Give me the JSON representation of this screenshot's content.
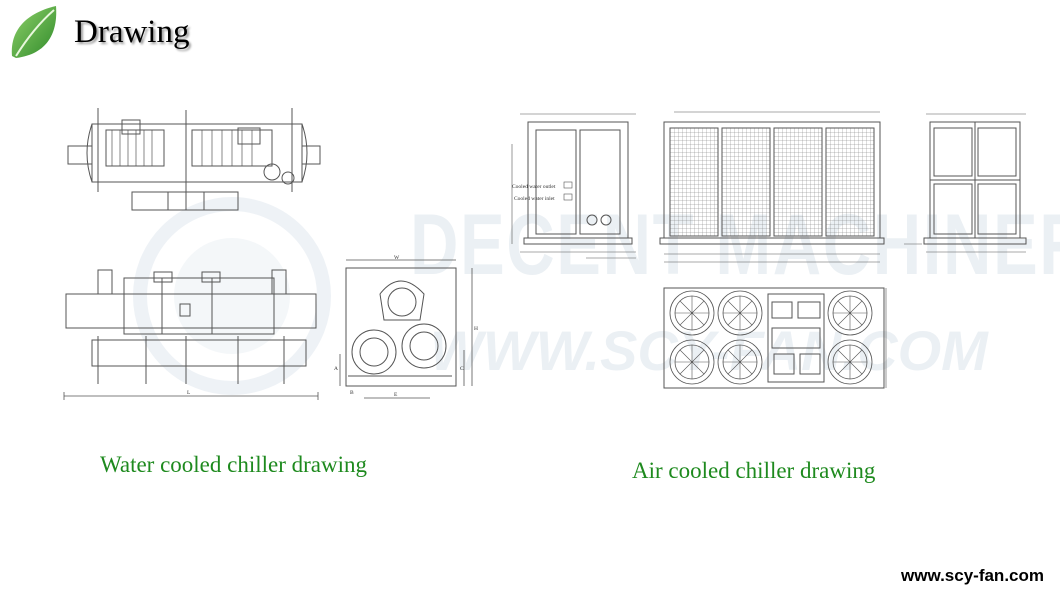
{
  "header": {
    "title": "Drawing",
    "icon": "leaf-icon"
  },
  "watermark": {
    "line1": "DECENT MACHINERY",
    "line2": "WWW.SCY-FAN.COM"
  },
  "water_cooled": {
    "caption": "Water cooled chiller drawing",
    "dimension_labels": [
      "L",
      "W",
      "H",
      "A",
      "B",
      "C",
      "E"
    ]
  },
  "air_cooled": {
    "caption": "Air cooled chiller drawing",
    "outlet_label": "Cooled water outlet",
    "inlet_label": "Cooled water inlet"
  },
  "footer": {
    "website": "www.scy-fan.com"
  },
  "colors": {
    "caption_green": "#1e8a1e",
    "leaf_green": "#4caf3a",
    "line_gray": "#555555"
  }
}
